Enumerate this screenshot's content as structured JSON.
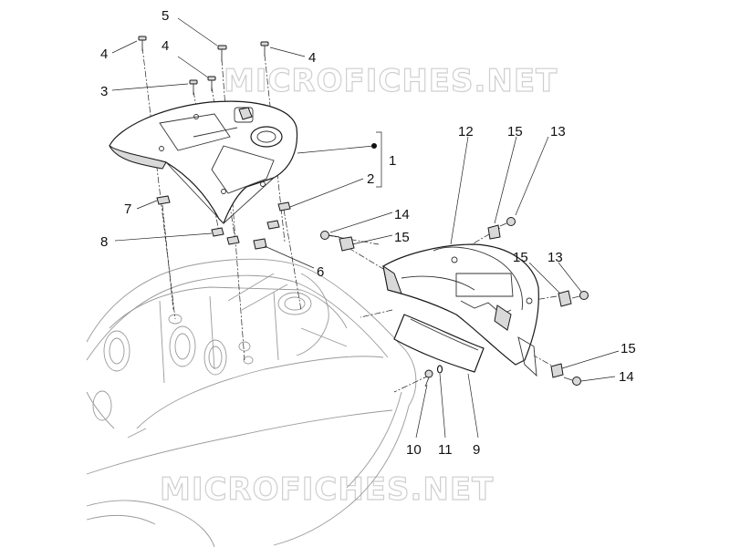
{
  "watermark": {
    "text": "MICROFICHES.NET"
  },
  "callouts": [
    {
      "id": "c5",
      "label": "5"
    },
    {
      "id": "c4a",
      "label": "4"
    },
    {
      "id": "c4b",
      "label": "4"
    },
    {
      "id": "c4c",
      "label": "4"
    },
    {
      "id": "c3",
      "label": "3"
    },
    {
      "id": "c1",
      "label": "1"
    },
    {
      "id": "c2",
      "label": "2"
    },
    {
      "id": "c7",
      "label": "7"
    },
    {
      "id": "c8",
      "label": "8"
    },
    {
      "id": "c6",
      "label": "6"
    },
    {
      "id": "c12",
      "label": "12"
    },
    {
      "id": "c15a",
      "label": "15"
    },
    {
      "id": "c13a",
      "label": "13"
    },
    {
      "id": "c14a",
      "label": "14"
    },
    {
      "id": "c15b",
      "label": "15"
    },
    {
      "id": "c15c",
      "label": "15"
    },
    {
      "id": "c13b",
      "label": "13"
    },
    {
      "id": "c15d",
      "label": "15"
    },
    {
      "id": "c14b",
      "label": "14"
    },
    {
      "id": "c10",
      "label": "10"
    },
    {
      "id": "c11",
      "label": "11"
    },
    {
      "id": "c9",
      "label": "9"
    }
  ]
}
